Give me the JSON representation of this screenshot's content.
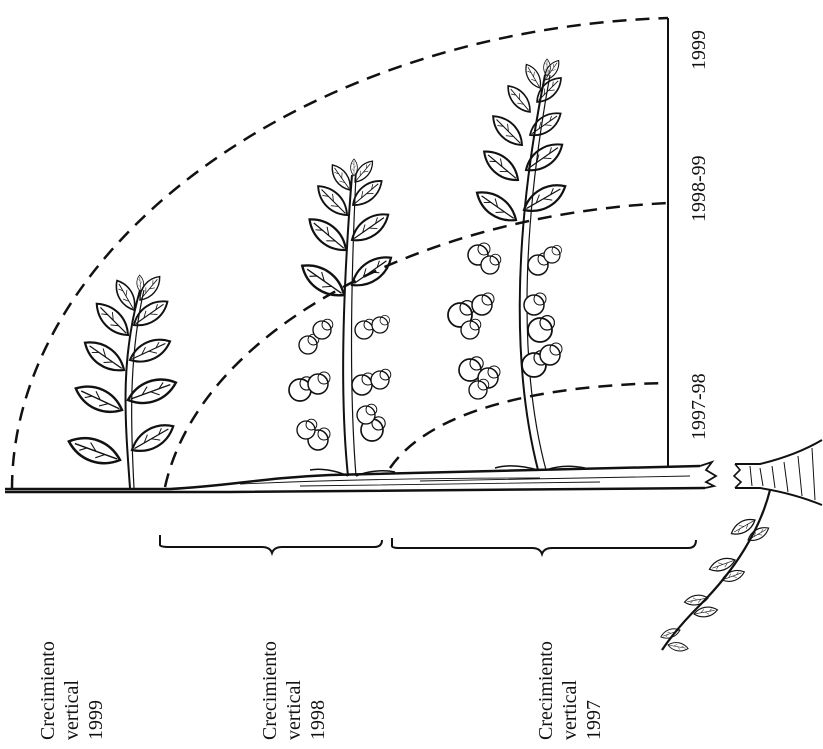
{
  "year_labels": {
    "y1999": "1999",
    "y1998_99": "1998-99",
    "y1997_98": "1997-98"
  },
  "growth_labels": [
    {
      "line1": "Crecimiento",
      "line2": "vertical",
      "line3": "1999"
    },
    {
      "line1": "Crecimiento",
      "line2": "vertical",
      "line3": "1998"
    },
    {
      "line1": "Crecimiento",
      "line2": "vertical",
      "line3": "1997"
    }
  ],
  "colors": {
    "ink": "#111111",
    "background": "#ffffff"
  }
}
